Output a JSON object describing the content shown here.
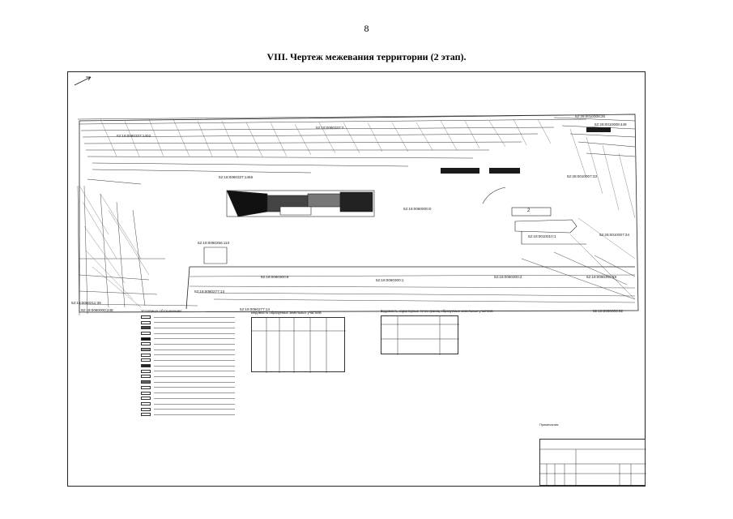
{
  "page": {
    "number": "8",
    "title": "VIII. Чертеж межевания территории (2 этап)."
  },
  "drawing": {
    "cadastral_labels": [
      "52:18:0060337:1402",
      "52:18:0060337:2",
      "52:28:0010008:26",
      "52:28:0010008:449",
      "52:18:0060337:1466",
      "52:28:0010007:33",
      "52:18:0060000:0",
      "52:18:0010010:1",
      "52:28:0010007:34",
      "52:18:0060256:110",
      "52:18:0060300:8",
      "52:18:0060300:1",
      "52:18:0060300:2",
      "52:18:0060300:59",
      "52:18:0060277:13",
      "52:18:0060211:39",
      "52:18:0060000:249",
      "52:18:0060277:14",
      "52:18:0060000:62"
    ],
    "zone_marker": "2",
    "legend_title": "Условные обозначения:",
    "table1_caption": "Ведомость образуемых земельных участков",
    "table2_caption": "Ведомость характерных точек границ образуемых земельных участков",
    "notes_title": "Примечания:"
  }
}
